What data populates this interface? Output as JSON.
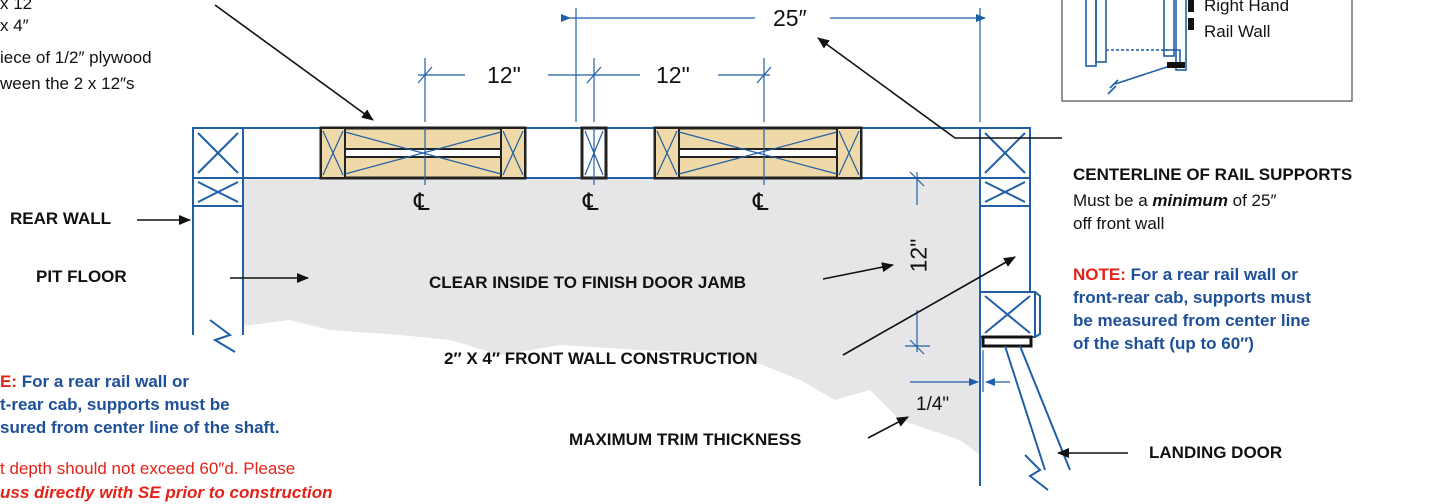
{
  "top_left_note": {
    "line1": "x 12",
    "line2": "x 4″",
    "line3": "iece of 1/2″ plywood",
    "line4": "ween the 2 x 12″s"
  },
  "dimensions": {
    "span_25": "25″",
    "span_12_left": "12\"",
    "span_12_right": "12\"",
    "vertical_12": "12\"",
    "trim_quarter": "1/4\""
  },
  "centerline_symbol": "℄",
  "inset": {
    "line1": "Right Hand",
    "line2": "Rail Wall"
  },
  "callouts": {
    "centerline_title": "CENTERLINE OF RAIL SUPPORTS",
    "centerline_body_prefix": "Must be a ",
    "centerline_body_emph": "minimum",
    "centerline_body_suffix": " of 25″",
    "centerline_body_line2": "off front wall",
    "rear_wall": "REAR WALL",
    "pit_floor": "PIT FLOOR",
    "clear_inside": "CLEAR INSIDE TO FINISH DOOR JAMB",
    "front_wall": "2″ X 4″ FRONT WALL CONSTRUCTION",
    "max_trim": "MAXIMUM TRIM THICKNESS",
    "landing_door": "LANDING DOOR"
  },
  "notes": {
    "right_label": "NOTE:",
    "right_l1": " For a rear rail wall or",
    "right_l2": "front-rear cab, supports must",
    "right_l3": "be measured from center line",
    "right_l4": "of the shaft (up to 60″)",
    "left_label": "E:",
    "left_l1": " For a rear rail wall or",
    "left_l2": "t-rear cab, supports must be",
    "left_l3": "sured from center line of the shaft.",
    "left_red1": "t depth should not exceed 60″d. Please",
    "left_red2": "uss directly with SE prior to construction"
  },
  "colors": {
    "wall_blue": "#1f5fa6",
    "plywood": "#f0d9a8",
    "pit_gray": "#e5e5e8",
    "note_blue": "#1e4f99",
    "note_red": "#e42218"
  }
}
